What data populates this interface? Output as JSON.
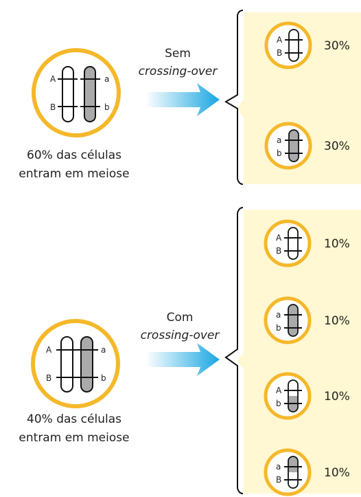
{
  "colors": {
    "ring": "#F5B82A",
    "panel": "#FFF8D2",
    "arrow_start": "#FFFFFF",
    "arrow_end": "#1AA6E0",
    "light_chromosome": "#FFFFFF",
    "dark_chromosome": "#AAAAAA",
    "outline": "#111111"
  },
  "top": {
    "parent_alleles": {
      "left_top": "A",
      "left_bottom": "B",
      "right_top": "a",
      "right_bottom": "b"
    },
    "caption_line1": "60% das células",
    "caption_line2": "entram em meiose",
    "arrow_line1": "Sem",
    "arrow_line2": "crossing-over",
    "gametes": [
      {
        "top_label": "A",
        "bottom_label": "B",
        "top_shade": "light",
        "bottom_shade": "light",
        "percent": "30%"
      },
      {
        "top_label": "a",
        "bottom_label": "b",
        "top_shade": "dark",
        "bottom_shade": "dark",
        "percent": "30%"
      }
    ]
  },
  "bottom": {
    "parent_alleles": {
      "left_top": "A",
      "left_bottom": "B",
      "right_top": "a",
      "right_bottom": "b"
    },
    "caption_line1": "40% das células",
    "caption_line2": "entram em meiose",
    "arrow_line1": "Com",
    "arrow_line2": "crossing-over",
    "gametes": [
      {
        "top_label": "A",
        "bottom_label": "B",
        "top_shade": "light",
        "bottom_shade": "light",
        "percent": "10%"
      },
      {
        "top_label": "a",
        "bottom_label": "b",
        "top_shade": "dark",
        "bottom_shade": "dark",
        "percent": "10%"
      },
      {
        "top_label": "A",
        "bottom_label": "b",
        "top_shade": "light",
        "bottom_shade": "dark",
        "percent": "10%"
      },
      {
        "top_label": "a",
        "bottom_label": "B",
        "top_shade": "dark",
        "bottom_shade": "light",
        "percent": "10%"
      }
    ]
  }
}
